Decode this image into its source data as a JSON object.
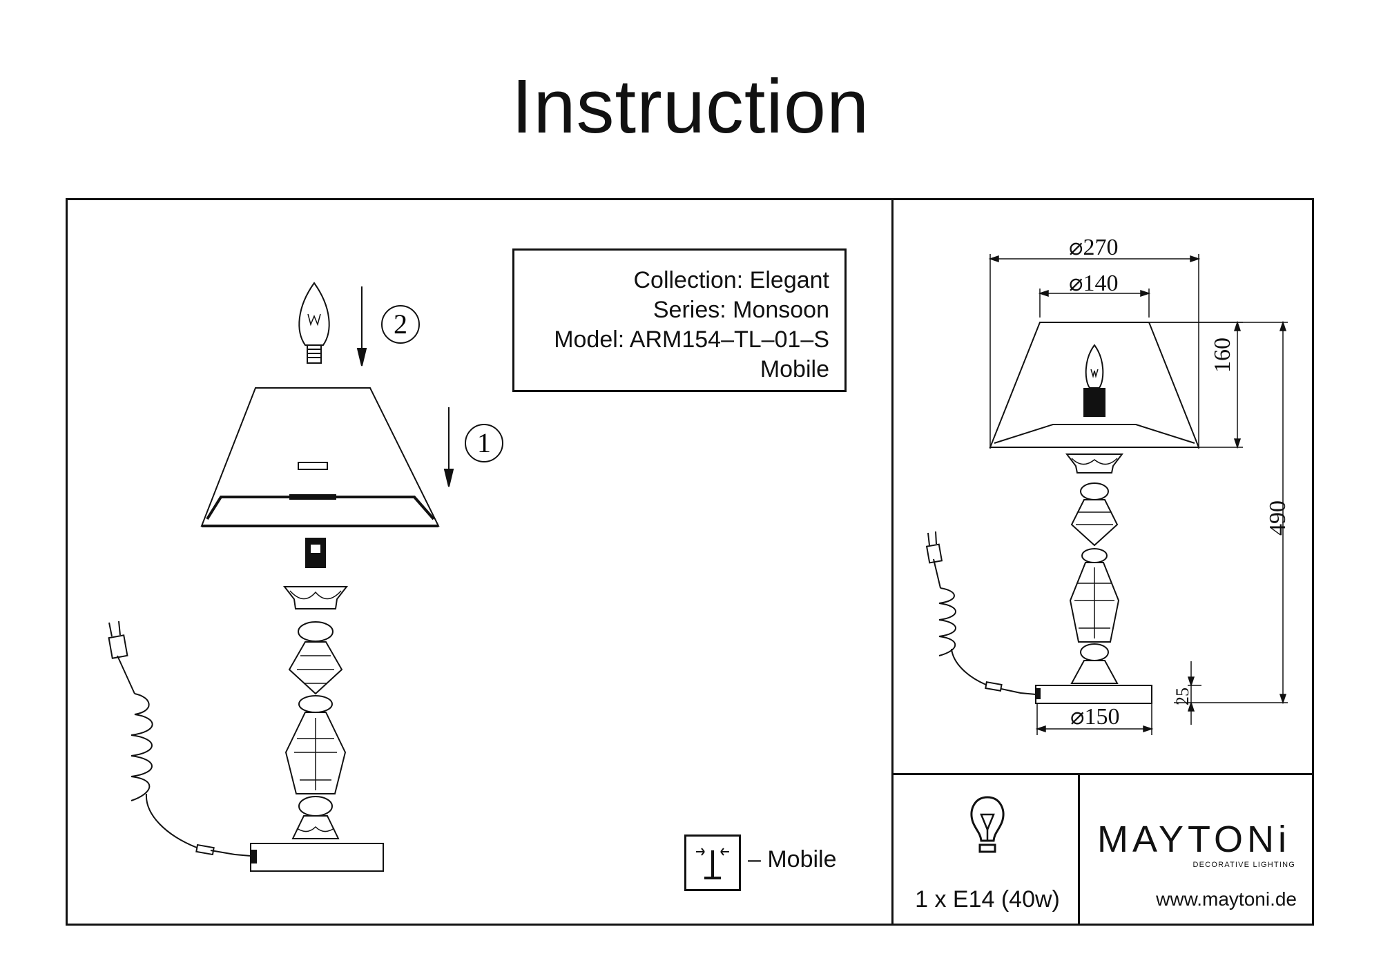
{
  "title": "Instruction",
  "info": {
    "collection": "Collection: Elegant",
    "series": "Series: Monsoon",
    "model": "Model: ARM154–TL–01–S",
    "type": "Mobile"
  },
  "steps": {
    "step1": "1",
    "step2": "2"
  },
  "legend": {
    "mobile_label": "– Mobile"
  },
  "dimensions": {
    "shade_diameter": "⌀270",
    "top_diameter": "⌀140",
    "shade_height": "160",
    "total_height": "490",
    "base_height": "25",
    "base_diameter": "⌀150"
  },
  "bulb": {
    "spec": "1 x E14 (40w)"
  },
  "brand": {
    "name": "MAYTONi",
    "tagline": "DECORATIVE LIGHTING",
    "website": "www.maytoni.de"
  }
}
